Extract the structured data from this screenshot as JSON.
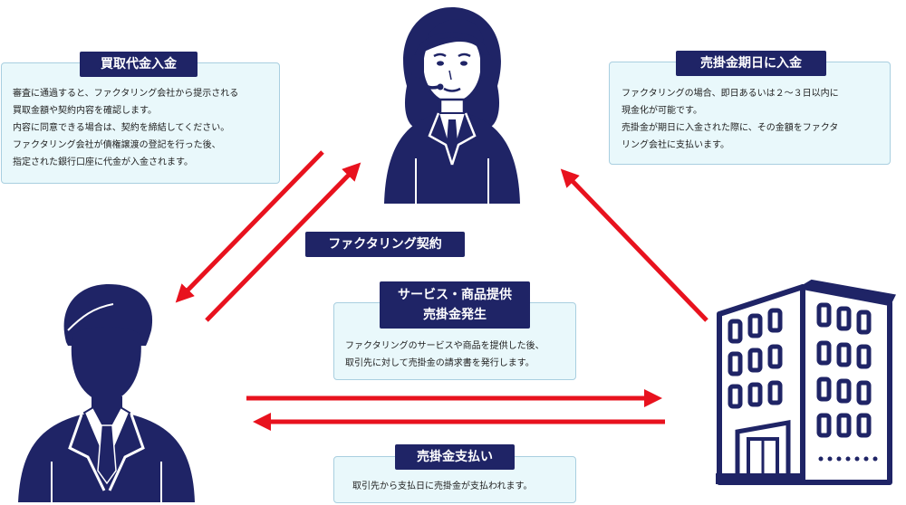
{
  "labels": {
    "purchase_payment": "買取代金入金",
    "due_date_payment": "売掛金期日に入金",
    "factoring_contract": "ファクタリング契約",
    "service_title_1": "サービス・商品提供",
    "service_title_2": "売掛金発生",
    "receivable_payment": "売掛金支払い"
  },
  "boxes": {
    "purchase_payment": [
      "審査に通過すると、ファクタリング会社から提示される",
      "買取金額や契約内容を確認します。",
      "内容に同意できる場合は、契約を締結してください。",
      "ファクタリング会社が債権譲渡の登記を行った後、",
      "指定された銀行口座に代金が入金されます。"
    ],
    "due_date_payment": [
      "ファクタリングの場合、即日あるいは２～３日以内に",
      "現金化が可能です。",
      "売掛金が期日に入金された際に、その金額をファクタ",
      "リング会社に支払います。"
    ],
    "service": [
      "ファクタリングのサービスや商品を提供した後、",
      "取引先に対して売掛金の請求書を発行します。"
    ],
    "receivable_payment": [
      "取引先から支払日に売掛金が支払われます。"
    ]
  },
  "colors": {
    "navy": "#1f2466",
    "arrow_red": "#e8121e",
    "box_bg": "#e9f8fb",
    "box_border": "#a9cfe0"
  },
  "icons": {
    "operator": "factoring-operator-icon",
    "business": "businessman-icon",
    "client": "client-building-icon"
  }
}
